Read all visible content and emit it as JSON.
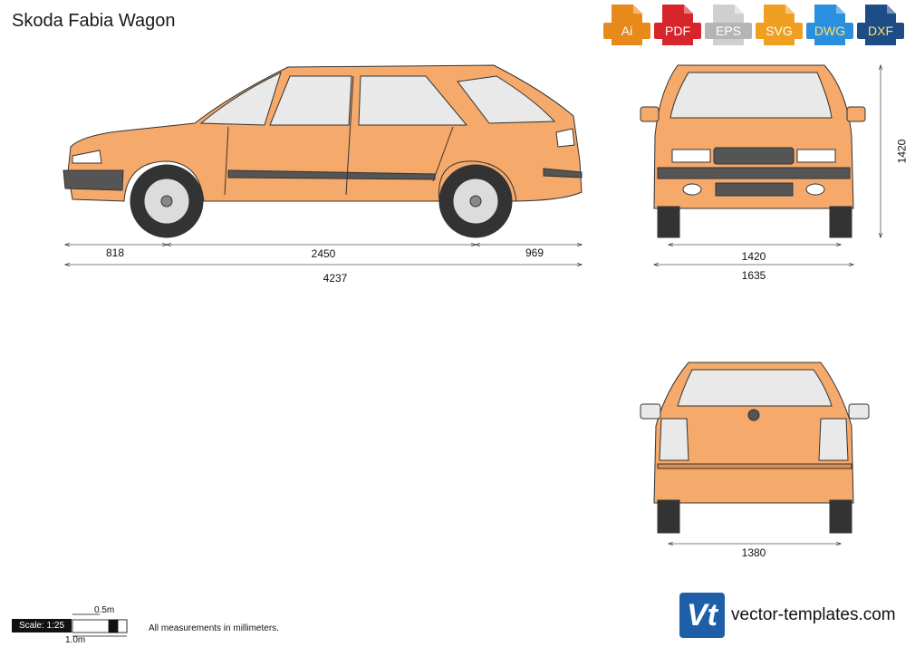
{
  "title": "Skoda Fabia Wagon",
  "formats": [
    {
      "label": "Ai",
      "color": "#e8891b",
      "icon": "ai-file-icon"
    },
    {
      "label": "PDF",
      "color": "#d6262c",
      "icon": "pdf-file-icon"
    },
    {
      "label": "EPS",
      "color": "#b5b5b5",
      "icon": "eps-file-icon"
    },
    {
      "label": "SVG",
      "color": "#f0a020",
      "icon": "svg-file-icon"
    },
    {
      "label": "DWG",
      "color": "#2b8fe0",
      "icon": "dwg-file-icon"
    },
    {
      "label": "DXF",
      "color": "#1d4c86",
      "icon": "dxf-file-icon"
    }
  ],
  "watermark": "vector-templates.com",
  "dimensions": {
    "front_overhang": "818",
    "wheelbase": "2450",
    "rear_overhang": "969",
    "length": "4237",
    "height": "1420",
    "front_track": "1420",
    "width": "1635",
    "rear_track": "1380"
  },
  "scale": {
    "label": "Scale: 1:25",
    "half": "0.5m",
    "full": "1.0m"
  },
  "notes": "All measurements in millimeters.",
  "brand": {
    "logo_text": "Vt",
    "site": "vector-templates.com"
  },
  "colors": {
    "body": "#f5a96a",
    "outline": "#333333",
    "glass": "#e9e9e9",
    "trim": "#555555"
  }
}
